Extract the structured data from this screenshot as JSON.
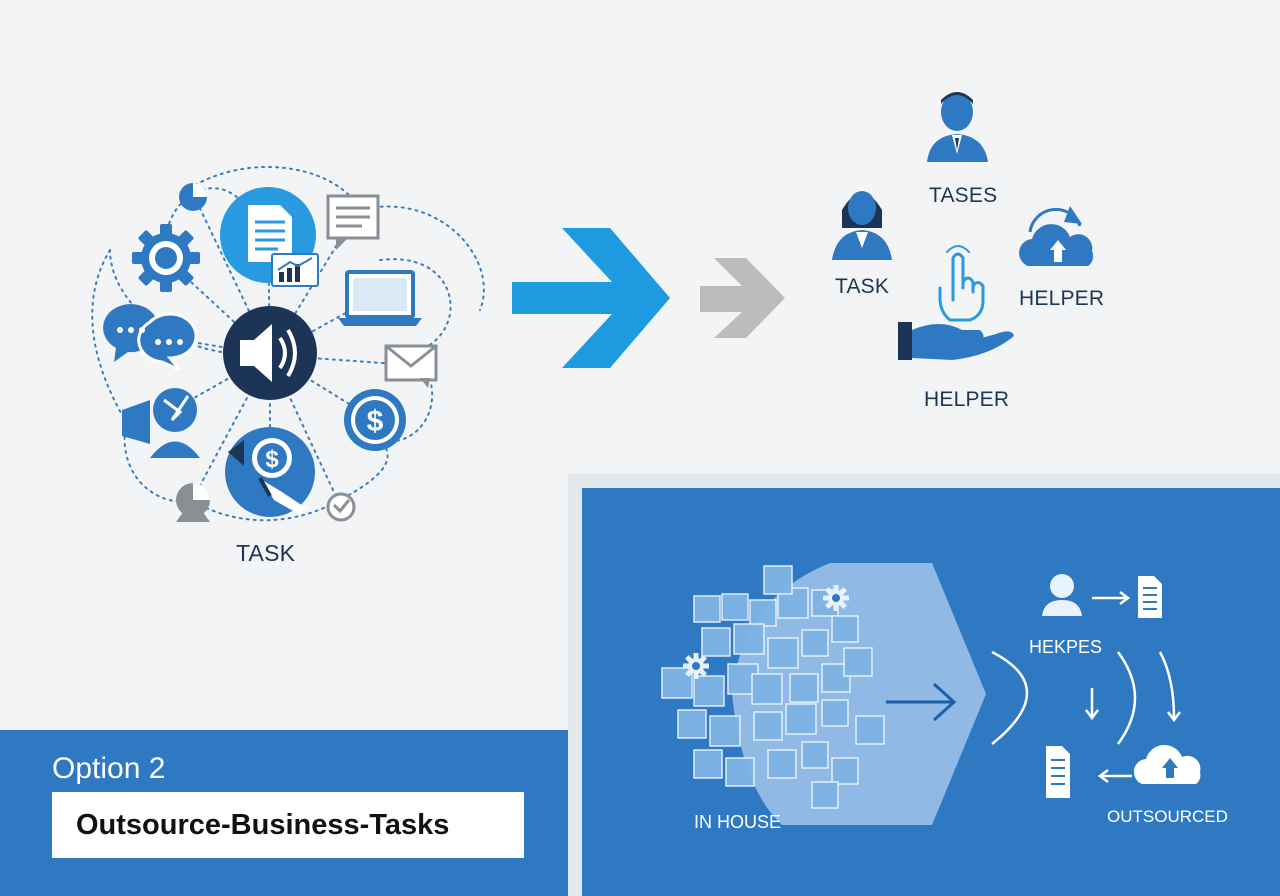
{
  "left_cluster": {
    "label": "TASK"
  },
  "arrows": {
    "primary_color": "#1e9be0",
    "secondary_color": "#bcbcbc"
  },
  "right_cluster": {
    "labels": {
      "tases": "TASES",
      "task": "TASK",
      "helper_right": "HELPER",
      "helper_bottom": "HELPER"
    }
  },
  "footer": {
    "option": "Option 2",
    "title": "Outsource-Business-Tasks"
  },
  "panel": {
    "in_house": "IN HOUSE",
    "helpers": "HEKPES",
    "outsourced": "OUTSOURCED"
  },
  "colors": {
    "dark_navy": "#1c3557",
    "primary_blue": "#2f79c3",
    "bright_blue": "#1e9be0",
    "background": "#f3f4f5"
  }
}
